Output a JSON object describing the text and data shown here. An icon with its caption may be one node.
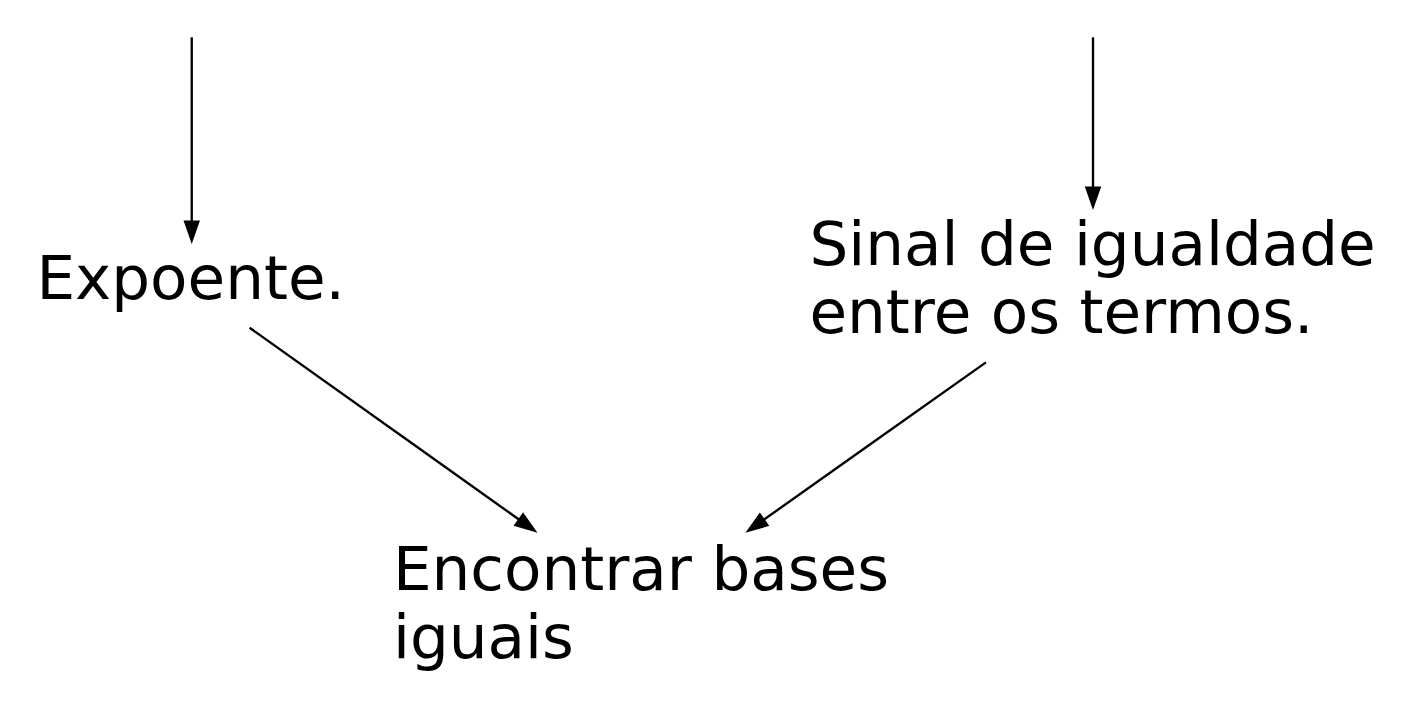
{
  "diagram": {
    "nodes": [
      {
        "text": [
          "Sinal de igualdade entre os termos."
        ]
      },
      {
        "text": [
          "Expoente."
        ]
      },
      {
        "text": [
          "Encontrar bases iguais"
        ]
      }
    ],
    "edges": [
      {
        "from": null,
        "to": 0,
        "arrow": "to"
      },
      {
        "from": null,
        "to": 1,
        "arrow": "to"
      },
      {
        "from": 0,
        "to": 2,
        "arrow": "to"
      },
      {
        "from": 1,
        "to": 2,
        "arrow": "to"
      }
    ]
  }
}
